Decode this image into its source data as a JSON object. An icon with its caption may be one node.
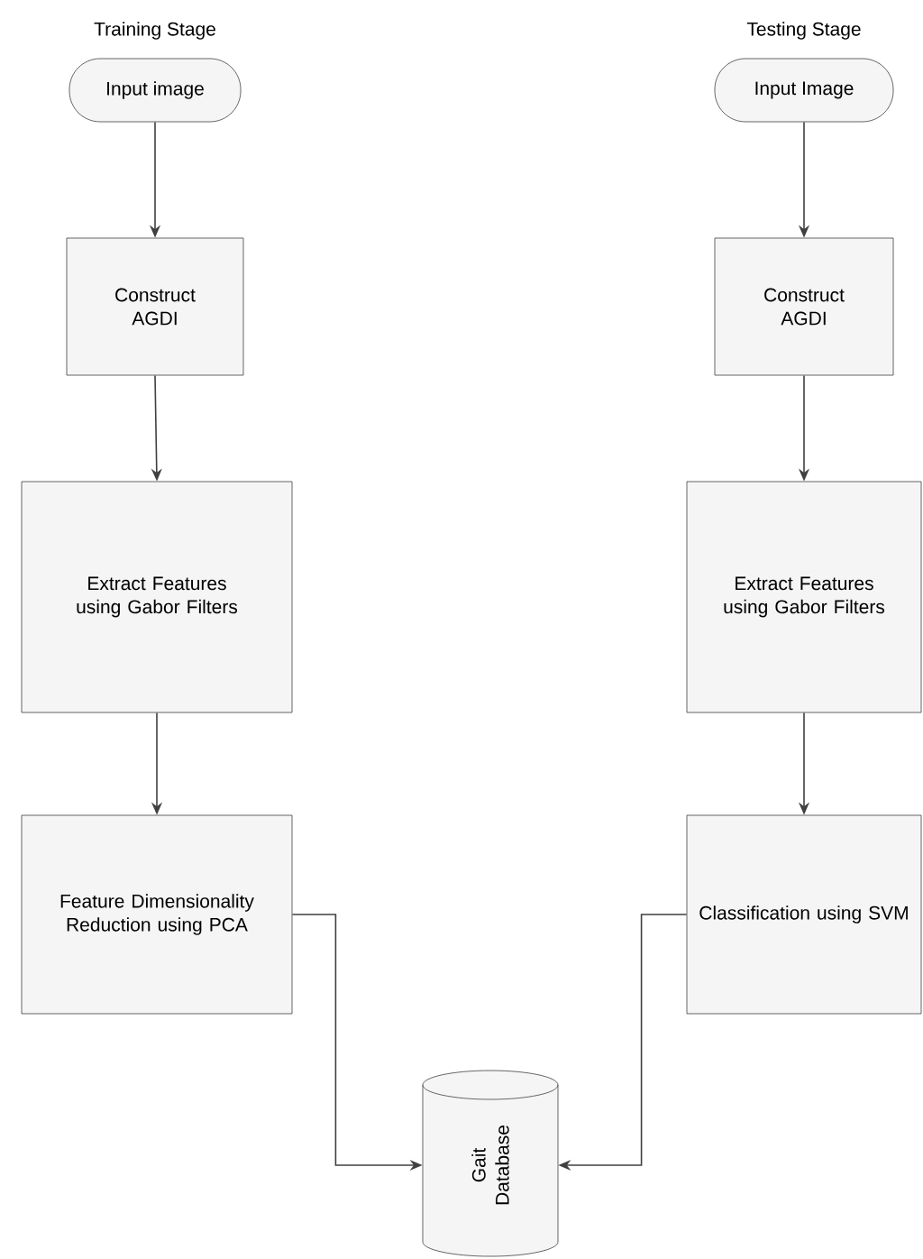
{
  "diagram": {
    "nodes": [
      {
        "text": [
          "Input image"
        ]
      },
      {
        "text": [
          "Construct AGDI"
        ]
      },
      {
        "text": [
          "Extract Features using Gabor Filters"
        ]
      },
      {
        "text": [
          "Feature Dimensionality Reduction using PCA"
        ]
      },
      {
        "text": [
          "Input Image"
        ]
      },
      {
        "text": [
          "Construct AGDI"
        ]
      },
      {
        "text": [
          "Extract Features using Gabor Filters"
        ]
      },
      {
        "text": [
          "Classification using SVM"
        ]
      },
      {
        "text": [
          "Gait Database"
        ]
      }
    ],
    "edges": [
      {
        "from": 0,
        "to": 1,
        "arrow": "to"
      },
      {
        "from": 1,
        "to": 2,
        "arrow": "to"
      },
      {
        "from": 2,
        "to": 3,
        "arrow": "to"
      },
      {
        "from": 4,
        "to": 5,
        "arrow": "to"
      },
      {
        "from": 5,
        "to": 6,
        "arrow": "to"
      },
      {
        "from": 6,
        "to": 7,
        "arrow": "to"
      },
      {
        "from": 3,
        "to": 8,
        "arrow": "to"
      },
      {
        "from": 7,
        "to": 8,
        "arrow": "to"
      }
    ],
    "labels": [
      "Training Stage",
      "Testing Stage"
    ]
  }
}
